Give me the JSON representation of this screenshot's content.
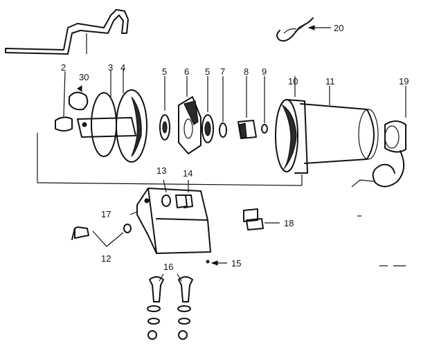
{
  "diagram": {
    "labels": [
      {
        "id": "callout-2",
        "text": "2"
      },
      {
        "id": "callout-30",
        "text": "30"
      },
      {
        "id": "callout-3",
        "text": "3"
      },
      {
        "id": "callout-4",
        "text": "4"
      },
      {
        "id": "callout-5a",
        "text": "5"
      },
      {
        "id": "callout-6",
        "text": "6"
      },
      {
        "id": "callout-5b",
        "text": "5"
      },
      {
        "id": "callout-7",
        "text": "7"
      },
      {
        "id": "callout-8",
        "text": "8"
      },
      {
        "id": "callout-9",
        "text": "9"
      },
      {
        "id": "callout-10",
        "text": "10"
      },
      {
        "id": "callout-11",
        "text": "11"
      },
      {
        "id": "callout-19",
        "text": "19"
      },
      {
        "id": "callout-20",
        "text": "20"
      },
      {
        "id": "callout-13",
        "text": "13"
      },
      {
        "id": "callout-14",
        "text": "14"
      },
      {
        "id": "callout-17",
        "text": "17"
      },
      {
        "id": "callout-18",
        "text": "18"
      },
      {
        "id": "callout-12",
        "text": "12"
      },
      {
        "id": "callout-15",
        "text": "15"
      },
      {
        "id": "callout-16",
        "text": "16"
      }
    ]
  }
}
